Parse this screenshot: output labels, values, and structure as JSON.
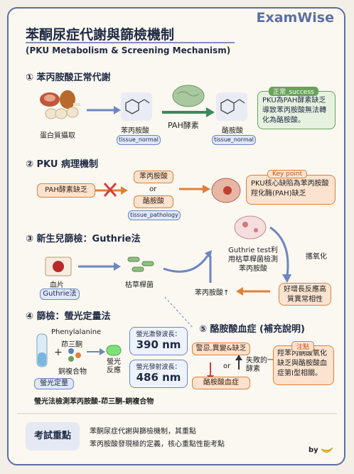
{
  "brand": "ExamWise",
  "title": "苯酮尿症代謝與篩檢機制",
  "subtitle": "(PKU Metabolism & Screening Mechanism)",
  "s1": {
    "heading": "① 苯丙胺酸正常代謝",
    "protein": "蛋白質攝取",
    "phe": "苯丙胺酸",
    "phe_tag": "tissue_normal",
    "enzyme": "PAH酵素",
    "tyr": "酪胺酸",
    "tyr_tag": "tissue_normal",
    "note_tag": "正常_success",
    "note": "PKU為PAH酵素缺乏導致苯丙胺酸無法轉化為酪胺酸。"
  },
  "s2": {
    "heading": "② PKU 病理機制",
    "deficient": "PAH酵素缺乏",
    "phe": "苯丙胺酸",
    "or": "or",
    "tyr": "酪胺酸",
    "tag": "tissue_pathology",
    "key_tag": "Key point",
    "key": "PKU核心缺陷為苯丙胺酸羥化酶(PAH)缺乏"
  },
  "s3": {
    "heading": "③ 新生兒篩檢：Guthrie法",
    "blood": "血片",
    "method": "Guthrie法",
    "bacteria": "枯草桿菌",
    "test": "Guthrie test利用枯草桿菌檢測苯丙胺酸",
    "ox": "攜氧化",
    "reaction": "好增長反應高質異常相性",
    "phe_up": "苯丙胺酸↑"
  },
  "s4": {
    "heading": "④ 篩檢：螢光定量法",
    "reagent1": "Phenylalanine",
    "reagent2": "茚三酮",
    "reagent3": "銅複合物",
    "reaction": "螢光反應",
    "quant": "螢光定量",
    "ex_label": "螢光激發波長：",
    "ex_value": "390 nm",
    "em_label": "螢光發射波長：",
    "em_value": "486 nm",
    "caption": "螢光法檢測苯丙胺酸-茚三酮-銅複合物"
  },
  "s5": {
    "heading": "⑤ 酪胺酸血症 (補充說明)",
    "top": "警忌,異變&缺乏",
    "or": "or",
    "fail": "失敗的一酵素",
    "bottom": "酪胺酸血症",
    "note_tag": "注點",
    "note": "羥苯丙酮酸氧化缺乏與酪胺酸血症第I型相關。"
  },
  "footer": {
    "label": "考試重點",
    "line1": "苯酮尿症代謝與篩檢機制，其重點",
    "line2": "苯丙胺酸發現極的定義，核心重點性能考點",
    "by": "by"
  }
}
